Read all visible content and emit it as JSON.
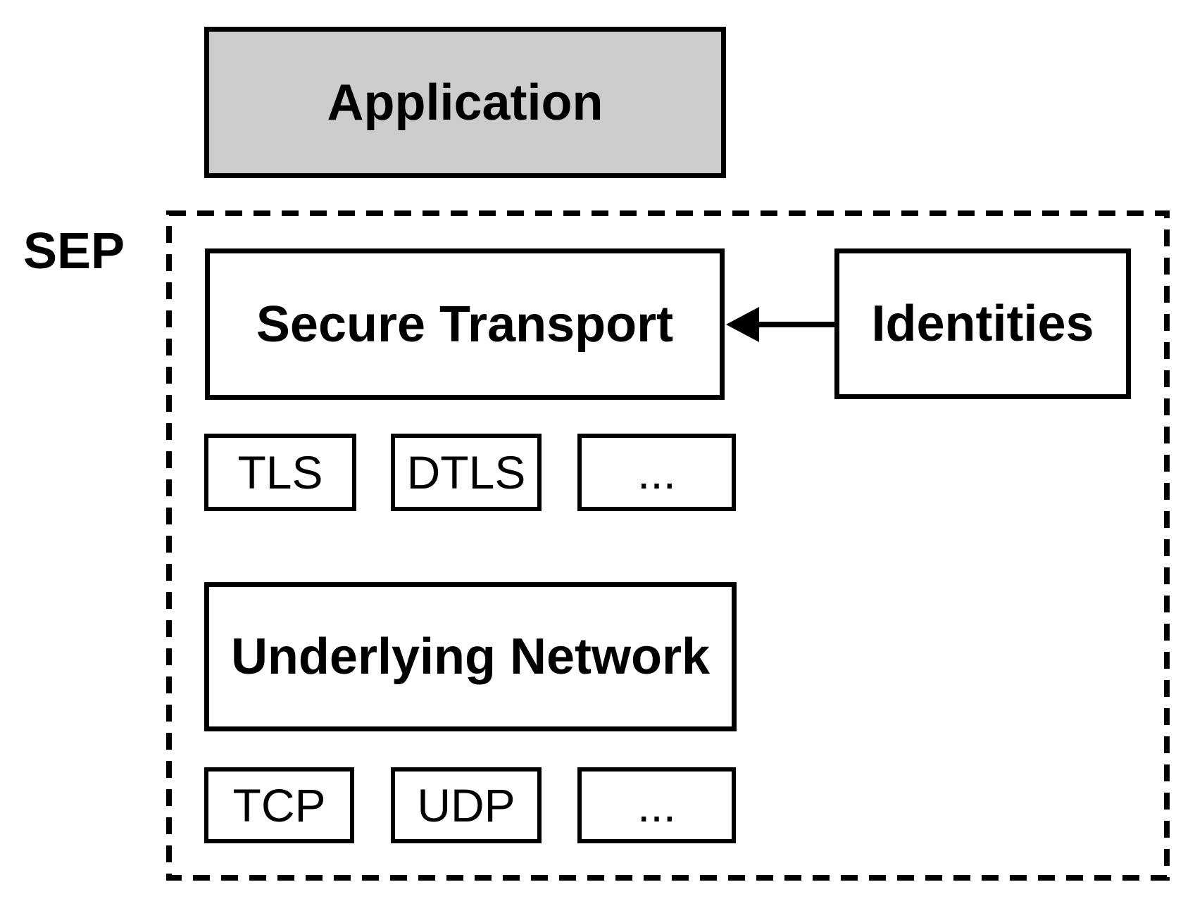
{
  "diagram": {
    "application": {
      "label": "Application"
    },
    "sep": {
      "label": "SEP",
      "secure_transport": {
        "label": "Secure Transport"
      },
      "identities": {
        "label": "Identities"
      },
      "secure_transport_protocols": [
        "TLS",
        "DTLS",
        "..."
      ],
      "underlying_network": {
        "label": "Underlying Network"
      },
      "underlying_network_protocols": [
        "TCP",
        "UDP",
        "..."
      ]
    },
    "connections": [
      {
        "from": "Identities",
        "to": "Secure Transport",
        "type": "arrow"
      }
    ],
    "colors": {
      "background": "#ffffff",
      "line": "#000000",
      "text": "#000000",
      "application_fill": "#cccccc",
      "box_fill": "#ffffff"
    }
  }
}
